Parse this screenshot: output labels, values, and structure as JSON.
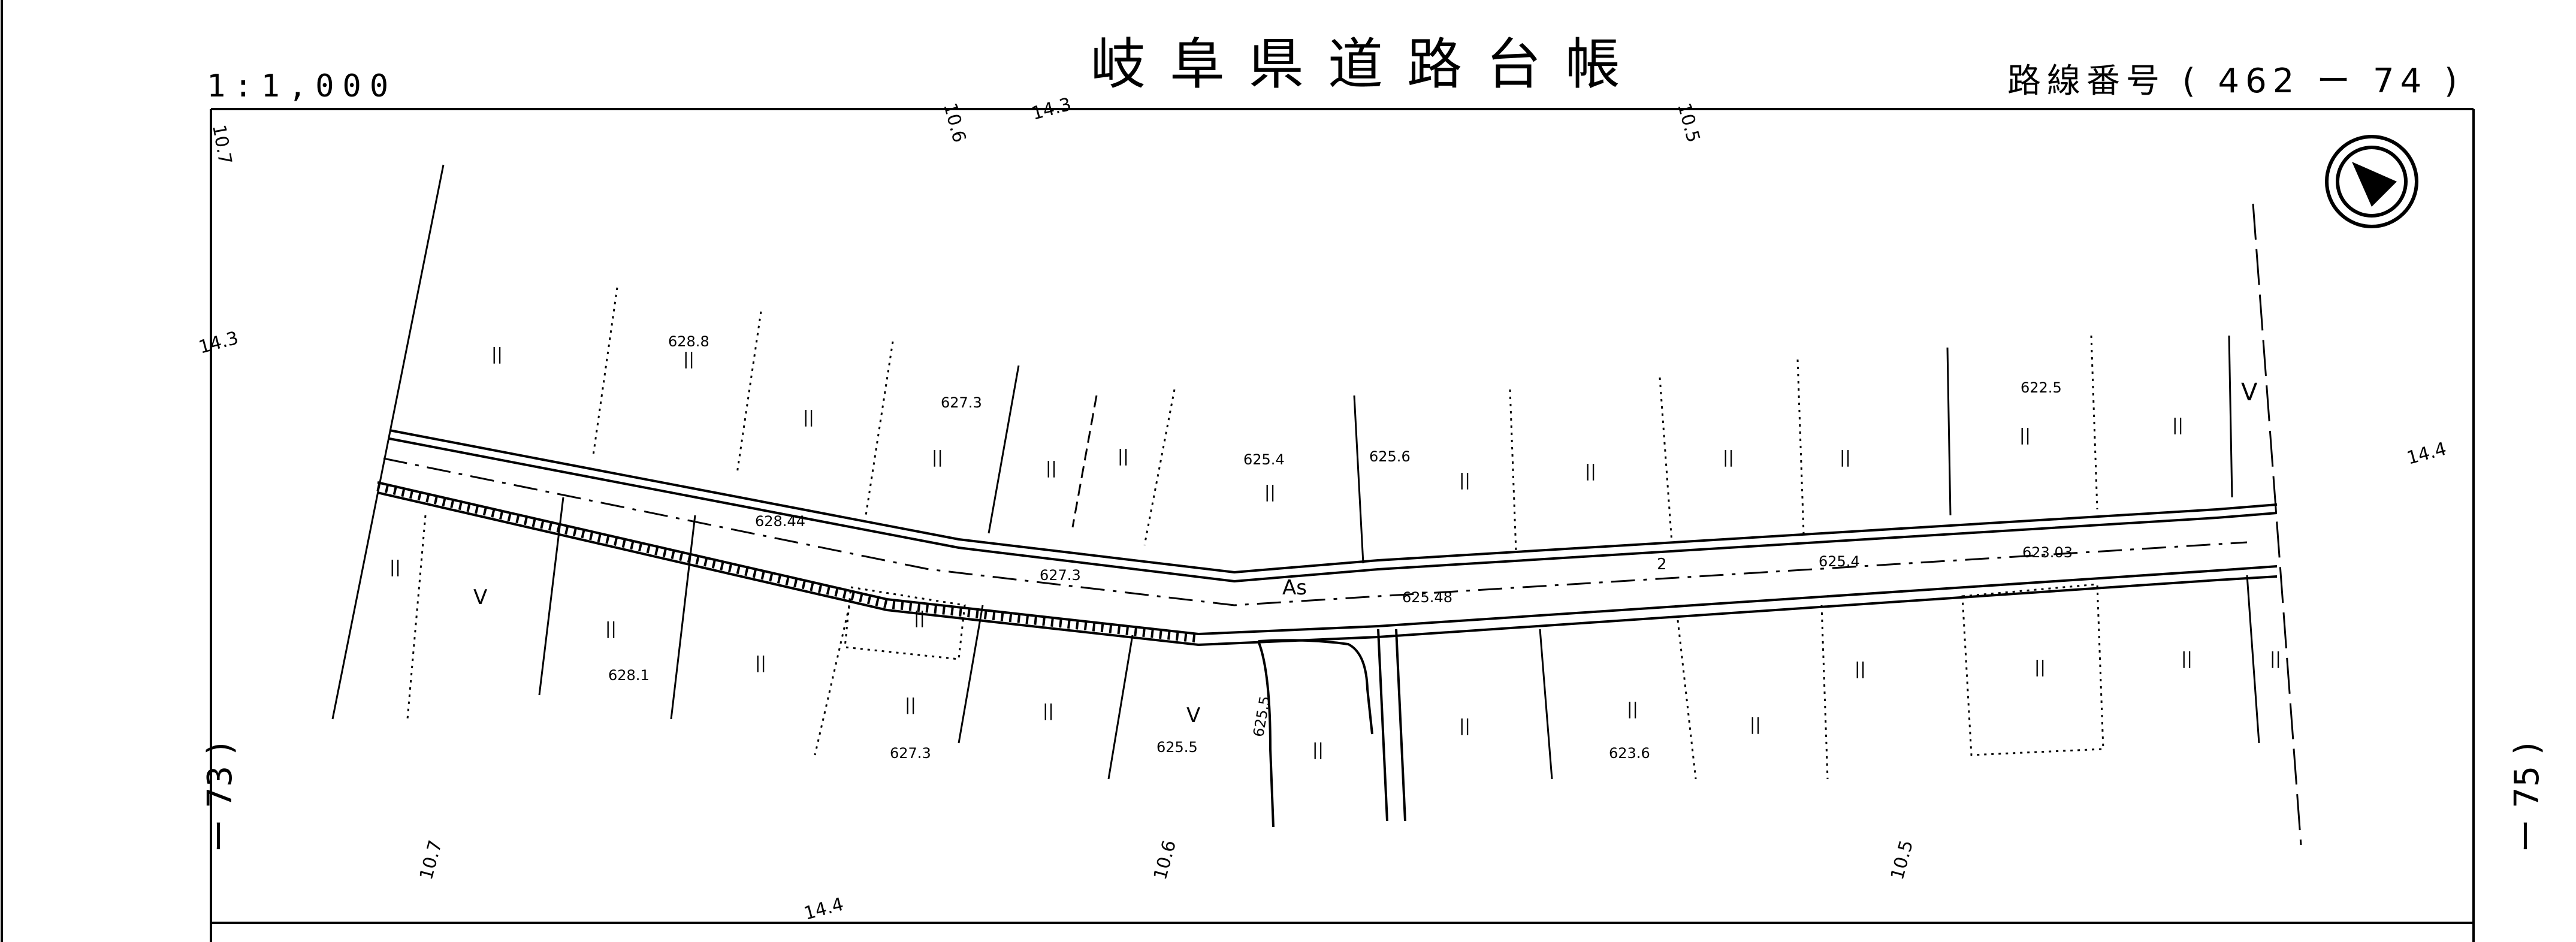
{
  "header": {
    "scale": "1:1,000",
    "title": "岐阜県道路台帳",
    "route_label": "路線番号",
    "route_value": "( 462 ー 74 )"
  },
  "adjacent": {
    "previous": "ー 73 )",
    "next": "ー 75 )"
  },
  "road": {
    "surface": "As",
    "width": "2"
  },
  "elevations": [
    "628.8",
    "627.3",
    "625.4",
    "625.6",
    "622.5",
    "628.44",
    "627.3",
    "625.48",
    "625.4",
    "623.03",
    "628.1",
    "627.3",
    "625.5",
    "625.5",
    "623.6"
  ],
  "frame_ticks": [
    "10.7",
    "10.6",
    "14.3",
    "10.5",
    "14.3",
    "14.4",
    "10.7",
    "14.4",
    "10.6",
    "10.5"
  ],
  "landuse_marks": [
    "||",
    "V"
  ],
  "colors": {
    "ink": "#000000",
    "paper": "#ffffff"
  },
  "icons": [
    "north-arrow-icon"
  ]
}
